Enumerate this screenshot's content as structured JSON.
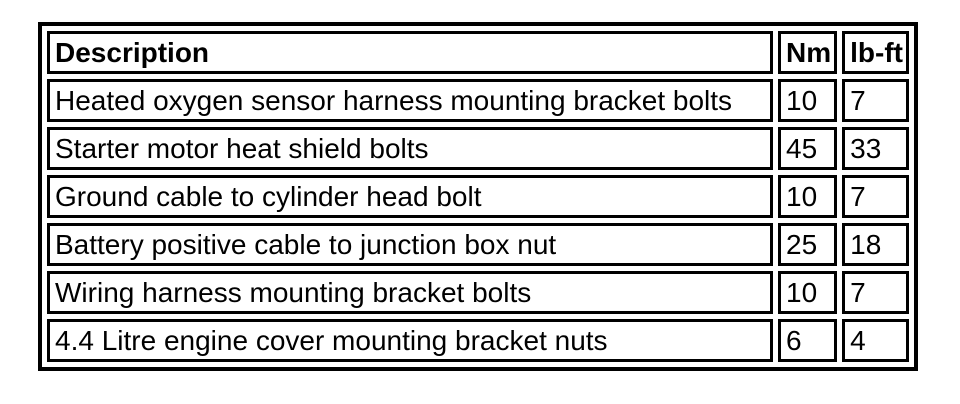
{
  "table": {
    "columns": {
      "description": "Description",
      "nm": "Nm",
      "lbft": "lb-ft"
    },
    "rows": [
      {
        "description": "Heated oxygen sensor harness mounting bracket bolts",
        "nm": "10",
        "lbft": "7"
      },
      {
        "description": "Starter motor heat shield bolts",
        "nm": "45",
        "lbft": "33"
      },
      {
        "description": "Ground cable to cylinder head bolt",
        "nm": "10",
        "lbft": "7"
      },
      {
        "description": "Battery positive cable to junction box nut",
        "nm": "25",
        "lbft": "18"
      },
      {
        "description": "Wiring harness mounting bracket bolts",
        "nm": "10",
        "lbft": "7"
      },
      {
        "description": "4.4 Litre engine cover mounting bracket nuts",
        "nm": "6",
        "lbft": "4"
      }
    ],
    "colors": {
      "border": "#000000",
      "text": "#000000",
      "background": "#ffffff"
    }
  }
}
